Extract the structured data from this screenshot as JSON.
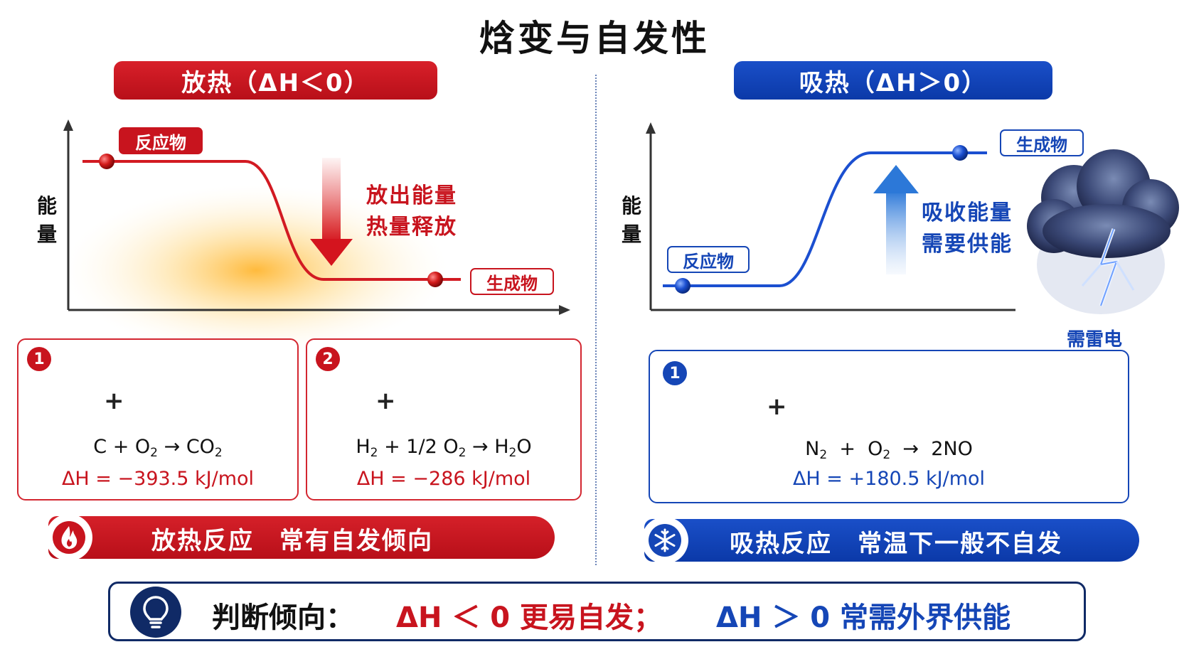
{
  "title": "焓变与自发性",
  "left": {
    "header": "放热（ΔH＜0）",
    "y_axis": [
      "能",
      "量"
    ],
    "reactant_tag": "反应物",
    "product_tag": "生成物",
    "note_lines": [
      "放出能量",
      "热量释放"
    ],
    "reaction1": {
      "badge": "1",
      "equation": {
        "a": "C",
        "plus1": "+",
        "b": "O",
        "b_sub": "2",
        "arrow": "→",
        "c": "CO",
        "c_sub": "2"
      },
      "delta_h": "ΔH = −393.5 kJ/mol"
    },
    "reaction2": {
      "badge": "2",
      "equation": {
        "a": "H",
        "a_sub": "2",
        "plus1": "+",
        "b": "1/2 O",
        "b_sub": "2",
        "arrow": "→",
        "c1": "H",
        "c_sub": "2",
        "c2": "O"
      },
      "delta_h": "ΔH = −286 kJ/mol"
    },
    "summary": "放热反应　常有自发倾向"
  },
  "right": {
    "header": "吸热（ΔH＞0）",
    "y_axis": [
      "能",
      "量"
    ],
    "reactant_tag": "反应物",
    "product_tag": "生成物",
    "note_lines": [
      "吸收能量",
      "需要供能"
    ],
    "storm_label": "需雷电",
    "reaction1": {
      "badge": "1",
      "equation": {
        "a": "N",
        "a_sub": "2",
        "plus1": "+",
        "b": "O",
        "b_sub": "2",
        "arrow": "→",
        "c": "2NO"
      },
      "delta_h": "ΔH = +180.5 kJ/mol"
    },
    "summary": "吸热反应　常温下一般不自发"
  },
  "conclusion": {
    "label": "判断倾向：",
    "part1": "ΔH ＜ 0 更易自发；",
    "part2": "ΔH ＞ 0 常需外界供能"
  },
  "colors": {
    "red": "#c8141e",
    "blue": "#1546b6",
    "navy": "#102a66"
  },
  "icons": [
    "fire-icon",
    "snowflake-icon",
    "lightbulb-icon",
    "lightning-cloud-icon",
    "flame-icon",
    "water-drop-icon",
    "coal-icon"
  ]
}
